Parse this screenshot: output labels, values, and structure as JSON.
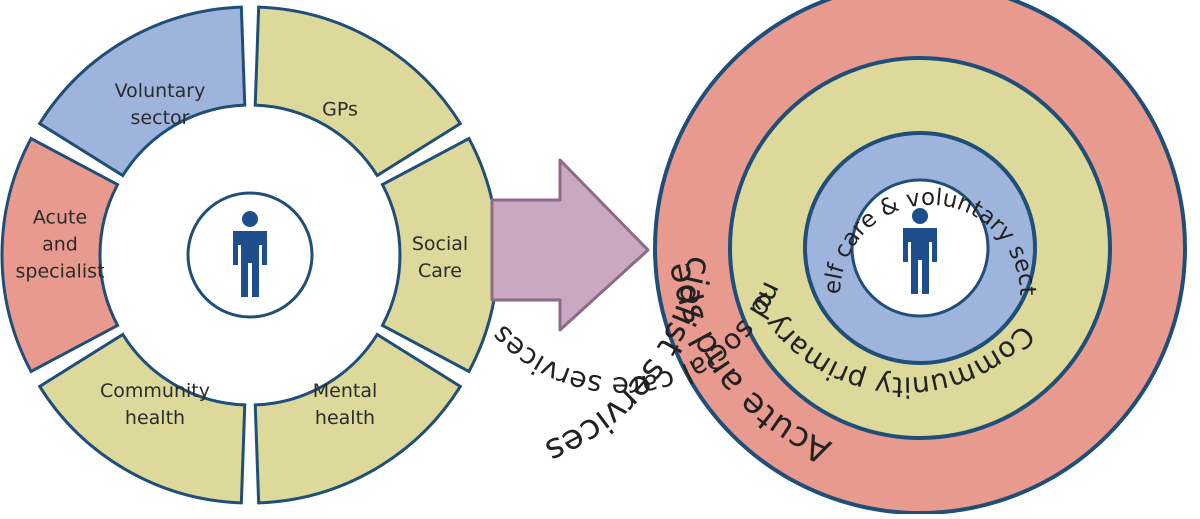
{
  "colors": {
    "yellow": "#dcd99a",
    "blue": "#9fb4dc",
    "red": "#e99a8f",
    "outline": "#1f4e79",
    "person": "#1f4e8c",
    "arrow": "#c9a8c2",
    "arrow_outline": "#8c6a88"
  },
  "left_diagram": {
    "segments": [
      {
        "id": "gps",
        "lines": [
          "GPs"
        ],
        "color": "yellow"
      },
      {
        "id": "social-care",
        "lines": [
          "Social",
          "Care"
        ],
        "color": "yellow"
      },
      {
        "id": "mental-health",
        "lines": [
          "Mental",
          "health"
        ],
        "color": "yellow"
      },
      {
        "id": "community-health",
        "lines": [
          "Community",
          "health"
        ],
        "color": "yellow"
      },
      {
        "id": "acute-specialist",
        "lines": [
          "Acute",
          "and",
          "specialist"
        ],
        "color": "red"
      },
      {
        "id": "voluntary-sector",
        "lines": [
          "Voluntary",
          "sector"
        ],
        "color": "blue"
      }
    ],
    "center_icon": "person-icon"
  },
  "arrow_icon": "right-arrow-icon",
  "right_diagram": {
    "rings": [
      {
        "id": "outer",
        "label": "Acute and specialist services",
        "color": "red"
      },
      {
        "id": "middle",
        "label": "Community primary and social care services",
        "color": "yellow"
      },
      {
        "id": "inner",
        "label": "Self care & voluntary sector",
        "color": "blue"
      }
    ],
    "center_icon": "person-icon"
  }
}
